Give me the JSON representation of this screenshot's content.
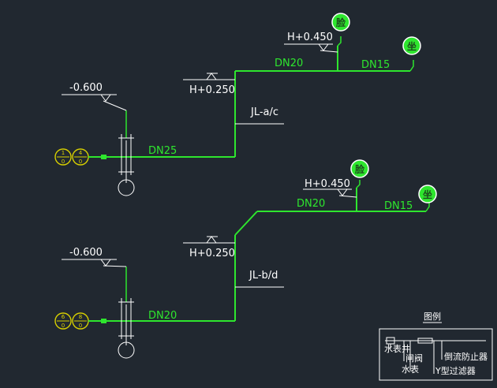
{
  "top": {
    "elev_ground": "-0.600",
    "elev_riser": "H+0.250",
    "elev_branch": "H+0.450",
    "pipe_main": "DN25",
    "pipe_upper": "DN20",
    "pipe_branch": "DN15",
    "riser_tag": "JL-a/c",
    "fixture_wash": "脸",
    "fixture_toilet": "坐",
    "meter_marks": [
      "1",
      "4"
    ]
  },
  "bottom": {
    "elev_ground": "-0.600",
    "elev_riser": "H+0.250",
    "elev_branch": "H+0.450",
    "pipe_main": "DN20",
    "pipe_upper": "DN20",
    "pipe_branch": "DN15",
    "riser_tag": "JL-b/d",
    "fixture_wash": "脸",
    "fixture_toilet": "坐",
    "meter_marks": [
      "6",
      "8"
    ]
  },
  "legend": {
    "title": "图例",
    "items": [
      "水表井",
      "闸阀",
      "水表",
      "倒流防止器",
      "Y型过滤器"
    ]
  },
  "colors": {
    "background": "#212830",
    "pipe": "#2ee62e",
    "annotation": "#ffffff",
    "meter_circle": "#d8d000"
  }
}
